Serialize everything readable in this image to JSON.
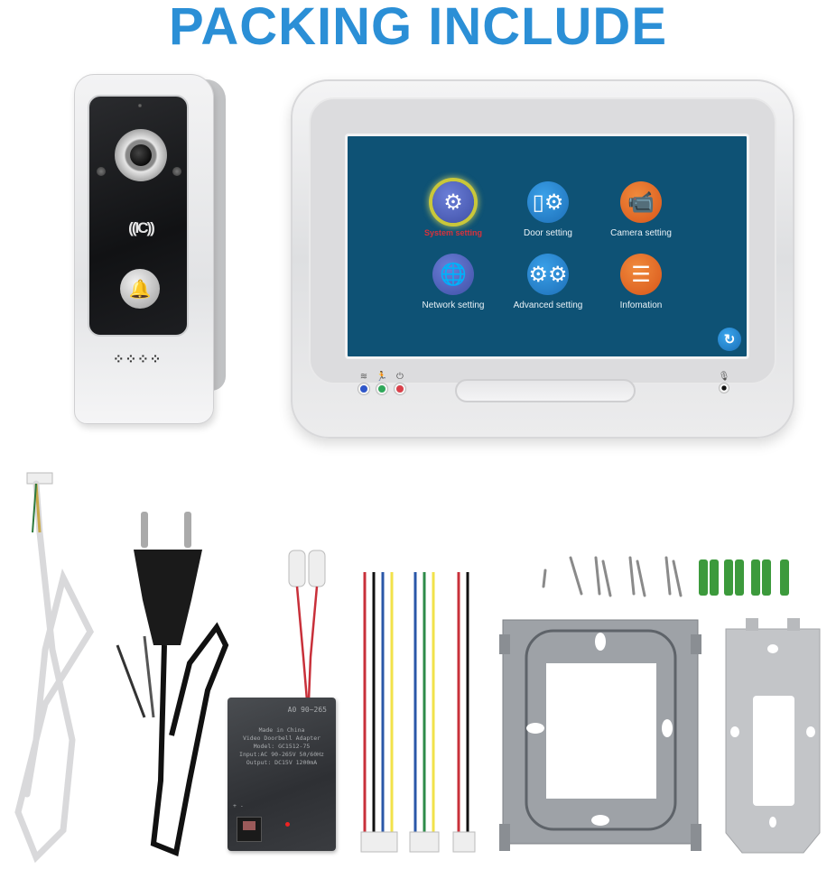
{
  "title": "PACKING INCLUDE",
  "colors": {
    "title": "#2b8fd6",
    "screen_bg": "#0e5275",
    "menu_active_label": "#d8323c",
    "icon_blue": "#2d88d4",
    "icon_orange": "#e46a28",
    "icon_purple": "#5566c0"
  },
  "doorbell": {
    "name": "Outdoor doorbell camera unit",
    "rfid_label": "((IC))",
    "bell_icon": "bell-icon",
    "speaker_pattern": "⁘⁘⁘⁘"
  },
  "monitor": {
    "name": "Indoor monitor",
    "menu": [
      {
        "label": "System setting",
        "icon": "gear-icon",
        "color": "purple",
        "selected": true
      },
      {
        "label": "Door setting",
        "icon": "door-station-gear-icon",
        "color": "blue",
        "selected": false
      },
      {
        "label": "Camera setting",
        "icon": "cctv-camera-gear-icon",
        "color": "orange",
        "selected": false
      },
      {
        "label": "Network setting",
        "icon": "globe-gear-icon",
        "color": "purple",
        "selected": false
      },
      {
        "label": "Advanced setting",
        "icon": "double-gear-icon",
        "color": "blue",
        "selected": false
      },
      {
        "label": "Infomation",
        "icon": "list-icon",
        "color": "orange",
        "selected": false
      }
    ],
    "back_button_icon": "return-icon",
    "indicators": [
      {
        "symbol": "wifi-icon",
        "glyph": "≋",
        "color": "#2f56c9"
      },
      {
        "symbol": "motion-icon",
        "glyph": "🏃",
        "color": "#2fa85a"
      },
      {
        "symbol": "power-icon",
        "glyph": "⏻",
        "color": "#d9404a"
      }
    ],
    "mic_glyph": "🎙"
  },
  "accessories": {
    "adapter": {
      "top_label": "A0 90~265",
      "label_lines": [
        "Made in China",
        "Video Doorbell Adapter",
        "Model: GC1512-75",
        "Input:AC 90-265V 50/60Hz",
        "Output: DC15V  1200mA"
      ],
      "terminal_marks": "+ -"
    },
    "wire_sets": [
      {
        "wires": [
          "#c8303a",
          "#111111",
          "#2a57a8",
          "#f2e24a"
        ]
      },
      {
        "wires": [
          "#2a57a8",
          "#2e8b4a",
          "#f2e24a"
        ]
      },
      {
        "wires": [
          "#c8303a",
          "#111111"
        ]
      }
    ],
    "screws": {
      "machine_screws": 1,
      "wood_screws": 7,
      "wall_anchors": 7
    }
  }
}
